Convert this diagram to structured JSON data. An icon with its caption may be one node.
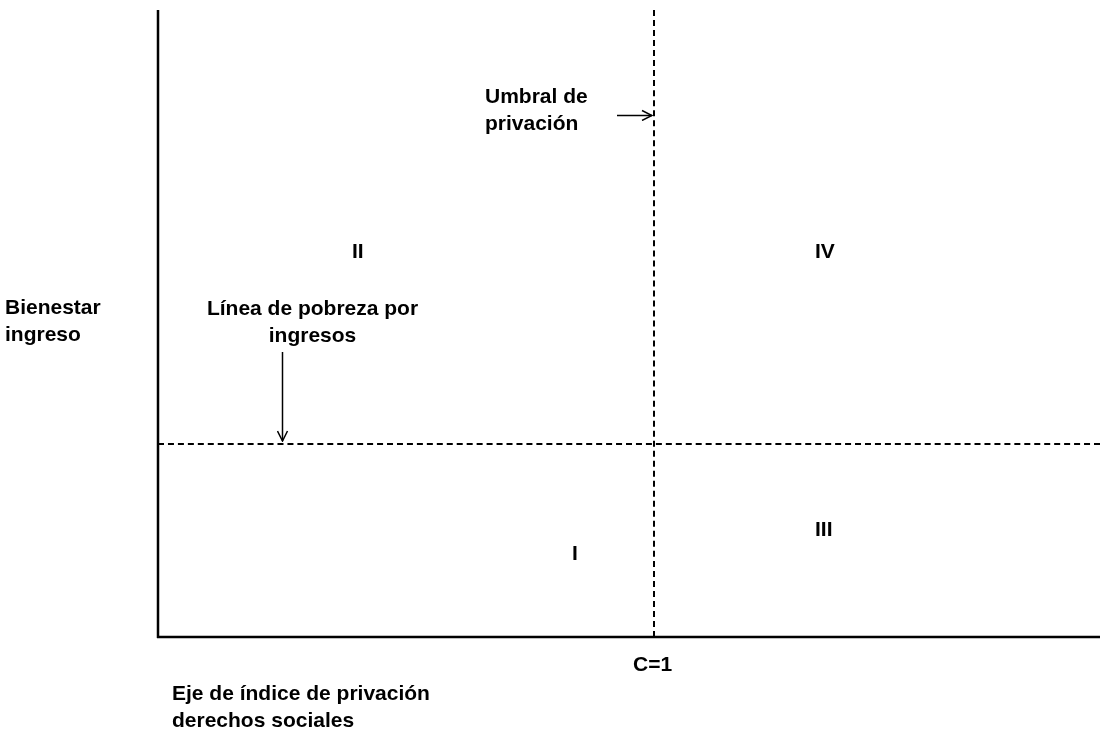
{
  "diagram": {
    "nodes": [
      {
        "text": [
          "Umbral de privación"
        ]
      },
      {
        "text": [],
        "shape": "line"
      },
      {
        "text": [
          "Línea de pobreza por ingresos"
        ]
      },
      {
        "text": [],
        "shape": "line"
      }
    ],
    "edges": [
      {
        "from": 0,
        "to": 1,
        "arrow": "to"
      },
      {
        "from": 2,
        "to": 3,
        "arrow": "to"
      }
    ],
    "labels": [
      "II",
      "IV",
      "Bienestar ingreso",
      "III",
      "I",
      "C=1",
      "Eje de índice de privación derechos sociales"
    ]
  }
}
